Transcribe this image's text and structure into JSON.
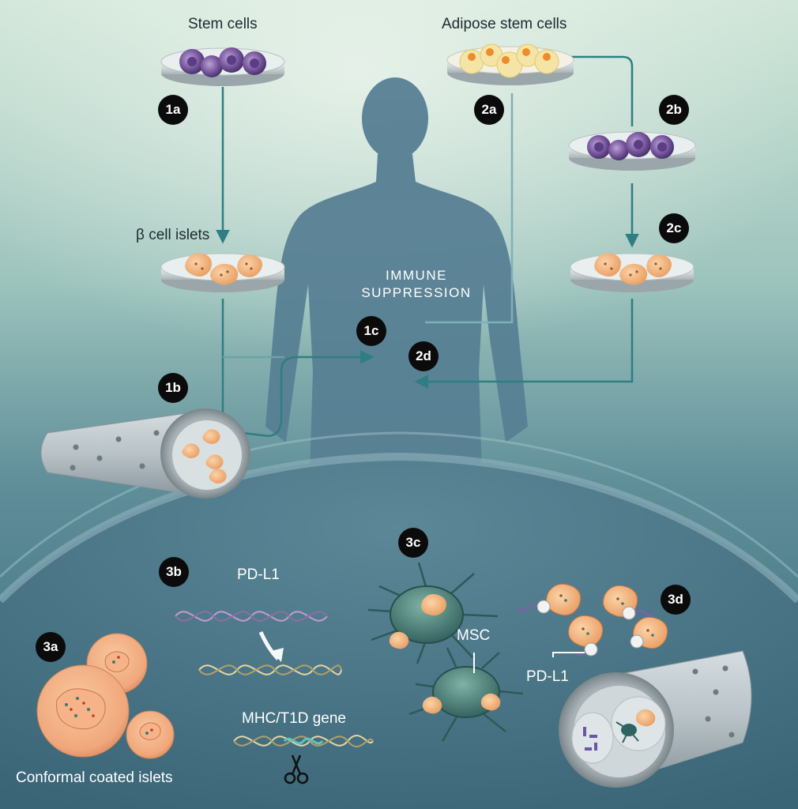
{
  "labels": {
    "stem_cells": "Stem cells",
    "adipose_stem_cells": "Adipose stem cells",
    "beta_cell_islets": "β cell islets",
    "immune_suppression_line1": "IMMUNE",
    "immune_suppression_line2": "SUPPRESSION",
    "pd_l1_top": "PD-L1",
    "mhc_t1d_gene": "MHC/T1D gene",
    "msc": "MSC",
    "pd_l1_right": "PD-L1",
    "conformal_coated_islets": "Conformal coated islets"
  },
  "steps": {
    "s1a": "1a",
    "s1b": "1b",
    "s1c": "1c",
    "s2a": "2a",
    "s2b": "2b",
    "s2c": "2c",
    "s2d": "2d",
    "s3a": "3a",
    "s3b": "3b",
    "s3c": "3c",
    "s3d": "3d"
  },
  "colors": {
    "arrow": "#2e7e82",
    "bg_top": "#cde4d6",
    "bg_bottom": "#3f6c80",
    "badge": "#0b0b0b",
    "islet": "#f2b07a",
    "stem_cell": "#7c5aa0"
  }
}
